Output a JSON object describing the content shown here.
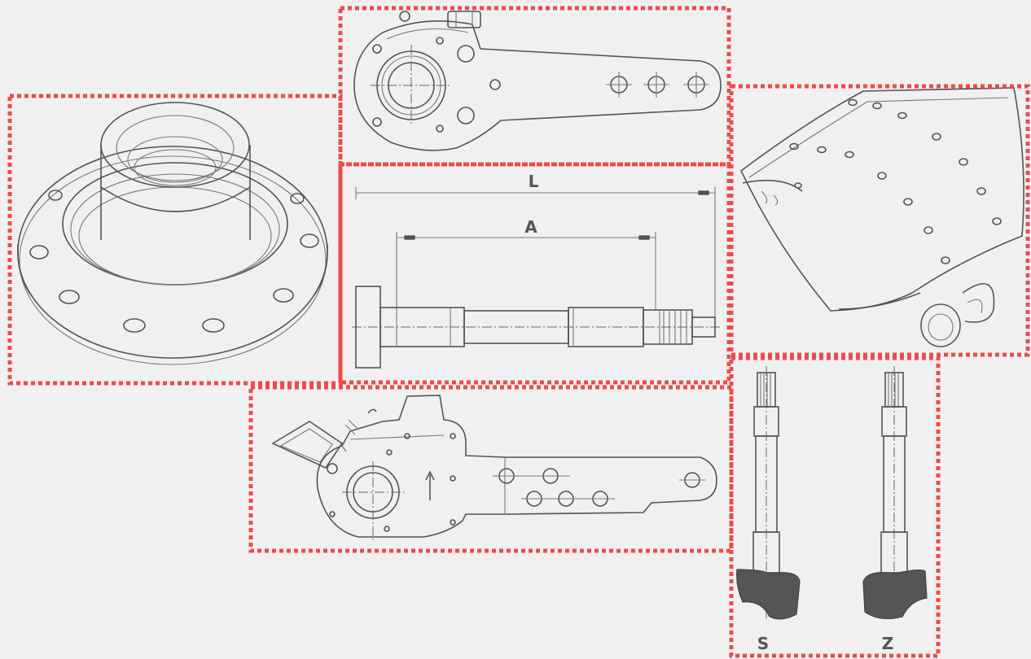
{
  "labels": {
    "overall_length": "L",
    "a_dimension": "A",
    "s_cam": "S",
    "z_cam": "Z"
  },
  "colors": {
    "frame": "#ee4b4b",
    "line": "#555555",
    "background": "#f0f0f0"
  }
}
